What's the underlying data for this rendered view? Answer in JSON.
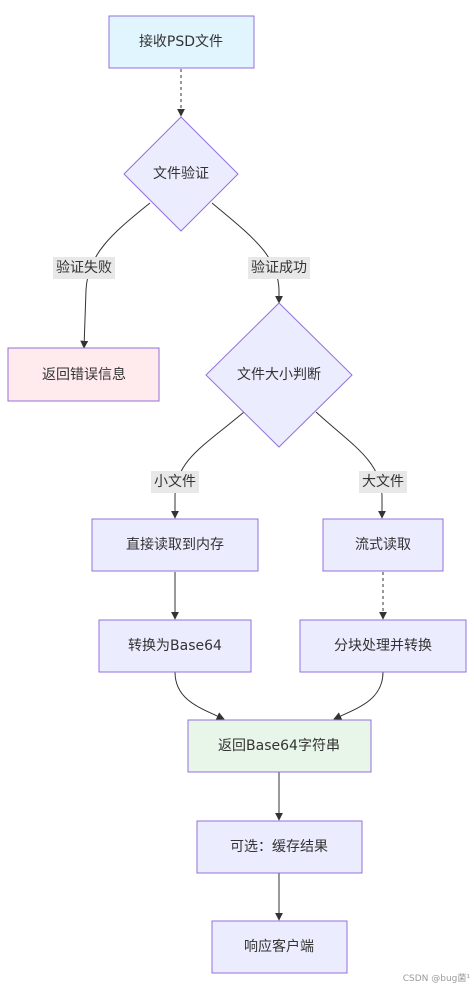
{
  "nodes": {
    "receive": "接收PSD文件",
    "validate": "文件验证",
    "error": "返回错误信息",
    "size_check": "文件大小判断",
    "read_memory": "直接读取到内存",
    "stream_read": "流式读取",
    "to_base64": "转换为Base64",
    "chunk_convert": "分块处理并转换",
    "return_base64": "返回Base64字符串",
    "cache": "可选：缓存结果",
    "respond": "响应客户端"
  },
  "edge_labels": {
    "fail": "验证失败",
    "success": "验证成功",
    "small": "小文件",
    "large": "大文件"
  },
  "colors": {
    "default_fill": "#ececff",
    "default_stroke": "#9370db",
    "start_fill": "#e1f5fe",
    "error_fill": "#ffebee",
    "result_fill": "#e8f5e9",
    "edge": "#333333",
    "label_bg": "#e8e8e8"
  },
  "watermark": "CSDN @bug菌¹"
}
